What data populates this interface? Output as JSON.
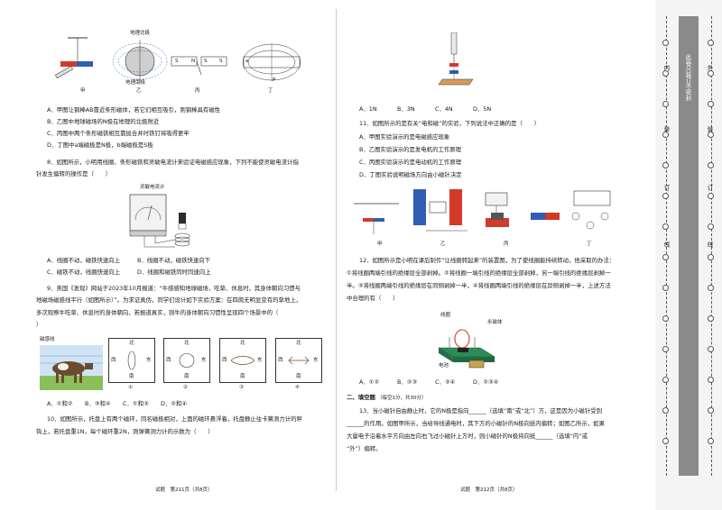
{
  "left": {
    "fig_labels": [
      "甲",
      "乙",
      "丙",
      "丁"
    ],
    "fig_annot": {
      "north_geo": "地理北极",
      "south_geo": "地理南极",
      "a_label": "a",
      "p_label": "P",
      "s1": "S",
      "n1": "N",
      "s2": "S",
      "n2": "S"
    },
    "q7_options": [
      "A．甲图让钢棒AB靠近条形磁体，若它们相互吸引，则钢棒具有磁性",
      "B．乙图中地球磁场的N极在地理的北极附近",
      "C．丙图中两个条形磁铁相互靠拢合并时铁钉将吸得更牢",
      "D．丁图中a端磁极是N极，b端磁极是S极"
    ],
    "q8_text": [
      "8．如图所示，小明用线圈、条形磁铁和灵敏电流计来验证电磁感应现象，下列不能使灵敏电流计指",
      "针发生偏转的操作是（　　）"
    ],
    "galvanometer_label": "灵敏电流计",
    "q8_options_row1": [
      "A．线圈不动，磁铁快速向上",
      "B．线圈不动，磁铁快速向下"
    ],
    "q8_options_row2": [
      "C．磁铁不动，线圈快速向上",
      "D．线圈和磁铁同时同速向上"
    ],
    "q9_text": [
      "9．美国《发现》网站于2023年10月报道：“牛感感知地球磁场，吃草、休息时，其身体朝向习惯与",
      "地磁场磁感线平行（如图所示）”。为求证真伪，同学们设计如下实验方案：在四周无明显变有的草地上，",
      "多次观察牛吃草、休息时的身体朝向，若报道真实，则牛的身体朝向习惯性呈现四个场景中的（　　",
      "）"
    ],
    "cow_caption": "磁感线",
    "compass": {
      "n": "北",
      "s": "南",
      "e": "东",
      "w": "西"
    },
    "q9_marks": [
      "①",
      "②",
      "③",
      "④"
    ],
    "q9_options": [
      "A．①和②",
      "B．③和④",
      "C．①和③",
      "D．②和④"
    ],
    "q10_text": [
      "10．如图所示，托盘上有两个磁环，同名磁极相对，上面的磁环悬浮着，托盘静止往卡簧测力计的秤",
      "钩上，若托盘重1N，每个磁环重2N，则弹簧测力计的示数为（　　）"
    ],
    "footer": "试题　第211页（共8页）"
  },
  "right": {
    "q10_options": [
      "A．1N",
      "B．3N",
      "C．4N",
      "D．5N"
    ],
    "q11_text": "11．如图所示的是有关“电和磁”的实验，下列说法中正确的是（　　）",
    "q11_options": [
      "A．甲图实验演示的是电磁感应现象",
      "B．乙图实验演示的是发电机的工作原理",
      "C．丙图实验演示的是电动机的工作原理",
      "D．丁图实验说明磁场方向由小磁针决定"
    ],
    "q11_fig_labels": [
      "甲",
      "乙",
      "丙",
      "丁"
    ],
    "q12_text": [
      "12．如图所示是小明在课后制作“让线圈转起来”的装置图，为了使线圈能持续转动，他采取的办法：",
      "①将线圈两端引线的绝缘层全部剥掉。②将线圈一端引线的绝缘层全部剥掉，另一端引线的绝缘层剥掉一",
      "半。③将线圈两端引线的绝缘层在同侧剥掉一半，④将线圈两端引线的绝缘层在异侧剥掉一半，上述方法",
      "中合理的有（　　）"
    ],
    "q12_fig_labels": {
      "coil": "线圈",
      "magnet": "永磁体",
      "battery": "电池"
    },
    "q12_options": [
      "A．①②",
      "B．②③",
      "C．③④",
      "D．②③④"
    ],
    "section_title": "二、填空题",
    "section_note": "（每空1分，共30分）",
    "q13_text": [
      "13．当小磁针自由静止时，它的N极是指向______（选填“南”或“北”）方，这是因为小磁针受到",
      "______的作用。如图甲所示，当给导线通电时，其下方的小磁针的N极向纸内偏转；如图乙所示，如果",
      "大量电子沿着水平方向由左向右飞过小磁针上方时，则小磁针的N极将向纸______（选填“内”或",
      "“外”）偏转。"
    ],
    "footer": "试题　第212页（共8页）"
  },
  "binding": {
    "dark_text": "此卷只装订不密封",
    "left_labels": [
      "内",
      "装",
      "订",
      "线"
    ],
    "right_labels": [
      "外",
      "装",
      "订",
      "线"
    ]
  },
  "colors": {
    "magnet_red": "#d23a2a",
    "magnet_blue": "#2f5fb3",
    "board_green": "#2e8b57",
    "grid": "#b0b0b0"
  }
}
